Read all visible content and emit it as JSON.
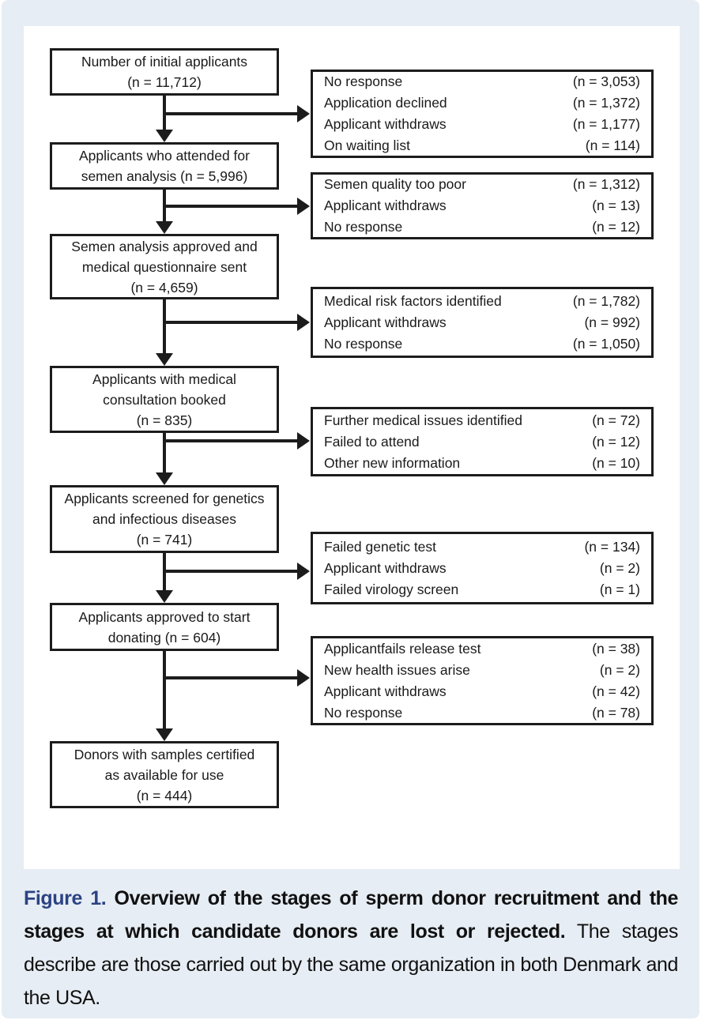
{
  "colors": {
    "figure_background": "#e7edf4",
    "panel_background": "#ffffff",
    "box_border": "#1c1c1c",
    "caption_label_color": "#2b4383",
    "text_color": "#1a1a1a"
  },
  "flowchart": {
    "main_boxes": [
      {
        "name": "initial-applicants",
        "lines": [
          "Number of initial applicants",
          "(n = 11,712)"
        ]
      },
      {
        "name": "attended-semen-analysis",
        "lines": [
          "Applicants who attended for",
          "semen analysis (n = 5,996)"
        ]
      },
      {
        "name": "semen-approved-questionnaire-sent",
        "lines": [
          "Semen analysis approved and",
          "medical questionnaire sent",
          "(n = 4,659)"
        ]
      },
      {
        "name": "medical-consultation-booked",
        "lines": [
          "Applicants with medical",
          "consultation booked",
          "(n = 835)"
        ]
      },
      {
        "name": "screened-genetics-infectious",
        "lines": [
          "Applicants screened for genetics",
          "and infectious diseases",
          "(n = 741)"
        ]
      },
      {
        "name": "approved-to-start-donating",
        "lines": [
          "Applicants approved to start",
          "donating (n = 604)"
        ]
      },
      {
        "name": "donors-samples-certified",
        "lines": [
          "Donors with samples certified",
          "as available for use",
          "(n = 444)"
        ]
      }
    ],
    "side_boxes": [
      {
        "rows": [
          {
            "label": "No response",
            "count": "(n = 3,053)"
          },
          {
            "label": "Application declined",
            "count": "(n = 1,372)"
          },
          {
            "label": "Applicant withdraws",
            "count": "(n = 1,177)"
          },
          {
            "label": "On waiting list",
            "count": "(n = 114)"
          }
        ]
      },
      {
        "rows": [
          {
            "label": "Semen quality too poor",
            "count": "(n = 1,312)"
          },
          {
            "label": "Applicant withdraws",
            "count": "(n = 13)"
          },
          {
            "label": "No response",
            "count": "(n = 12)"
          }
        ]
      },
      {
        "rows": [
          {
            "label": "Medical risk factors identified",
            "count": "(n = 1,782)"
          },
          {
            "label": "Applicant withdraws",
            "count": "(n = 992)"
          },
          {
            "label": "No response",
            "count": "(n = 1,050)"
          }
        ]
      },
      {
        "rows": [
          {
            "label": "Further medical issues identified",
            "count": "(n = 72)"
          },
          {
            "label": "Failed to attend",
            "count": "(n = 12)"
          },
          {
            "label": "Other new information",
            "count": "(n = 10)"
          }
        ]
      },
      {
        "rows": [
          {
            "label": "Failed genetic test",
            "count": "(n = 134)"
          },
          {
            "label": "Applicant withdraws",
            "count": "(n = 2)"
          },
          {
            "label": "Failed virology screen",
            "count": "(n = 1)"
          }
        ]
      },
      {
        "rows": [
          {
            "label": "Applicantfails release test",
            "count": "(n = 38)"
          },
          {
            "label": "New health issues arise",
            "count": "(n = 2)"
          },
          {
            "label": "Applicant withdraws",
            "count": "(n = 42)"
          },
          {
            "label": "No response",
            "count": "(n = 78)"
          }
        ]
      }
    ]
  },
  "caption": {
    "label": "Figure 1.",
    "bold_text": "Overview of the stages of sperm donor recruitment and the stages at which candidate donors are lost or rejected.",
    "text": "The stages describe are those carried out by the same organization in both Denmark and the USA."
  }
}
